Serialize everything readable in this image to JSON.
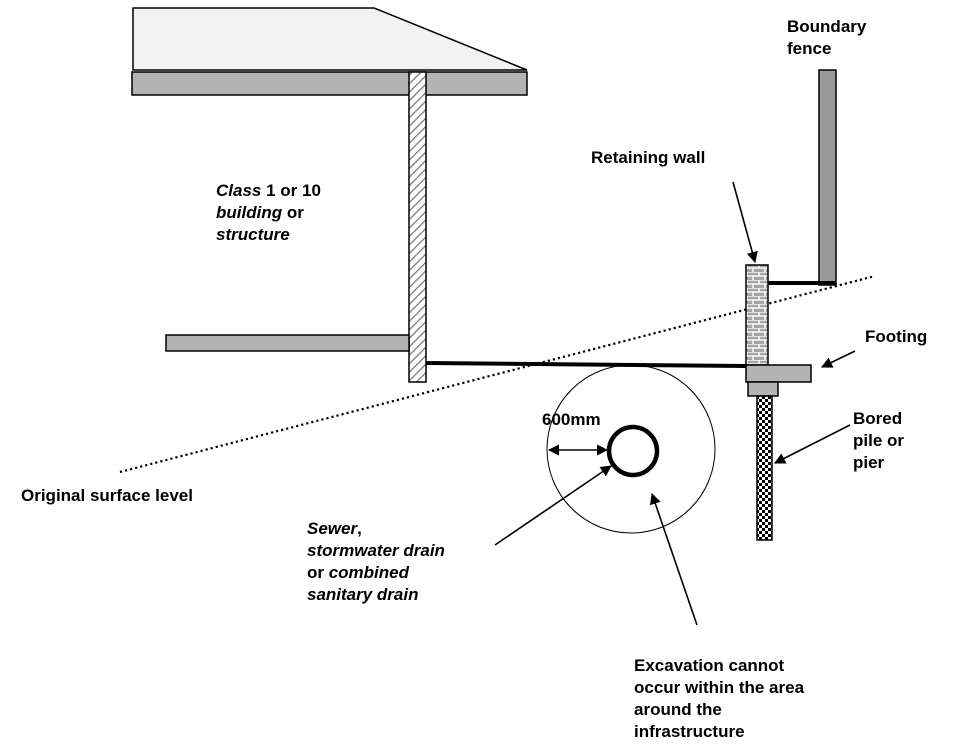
{
  "labels": {
    "boundary_fence": [
      "Boundary",
      "fence"
    ],
    "retaining_wall": "Retaining wall",
    "building": {
      "line1_italic": "Class",
      "line1_rest": " 1 or 10",
      "line2_italic": "building",
      "line2_rest": " or",
      "line3_italic": "structure"
    },
    "footing": "Footing",
    "pile": [
      "Bored",
      "pile or",
      "pier"
    ],
    "clearance": "600mm",
    "surface": "Original surface level",
    "sewer": {
      "line1_italic": "Sewer",
      "line1_rest": ",",
      "line2_italic": "stormwater drain",
      "line3": "or",
      "line3_italic": " combined",
      "line4_italic": "sanitary drain"
    },
    "excavation": [
      "Excavation cannot",
      "occur within the area",
      "around the",
      "infrastructure"
    ]
  },
  "colors": {
    "slab": "#b3b3b3",
    "roof": "#f2f2f2",
    "fence": "#999999",
    "brick": "#a6a6a6",
    "footing": "#b3b3b3",
    "line": "#000000"
  }
}
